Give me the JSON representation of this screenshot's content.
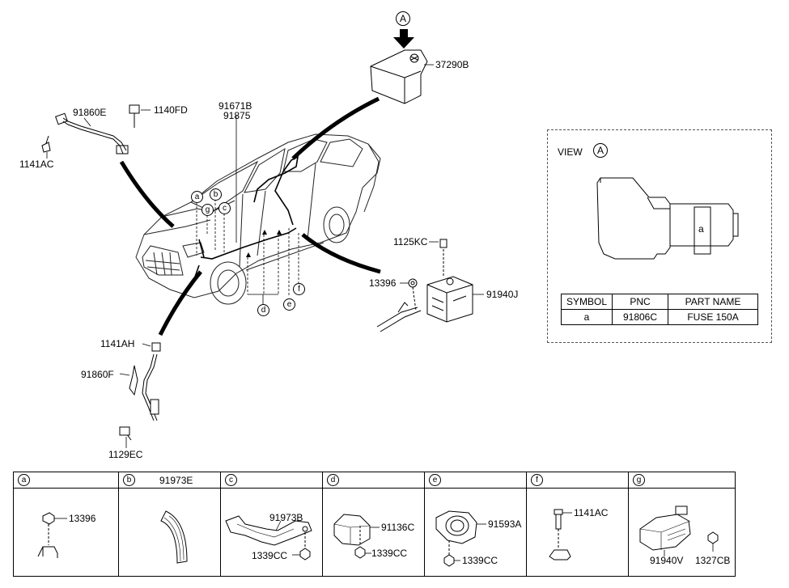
{
  "labels": {
    "p37290B": "37290B",
    "p91860E": "91860E",
    "p1140FD": "1140FD",
    "p1141AC": "1141AC",
    "p91671B": "91671B",
    "p91875": "91875",
    "p1125KC": "1125KC",
    "p13396": "13396",
    "p91940J": "91940J",
    "p1141AH": "1141AH",
    "p91860F": "91860F",
    "p1129EC": "1129EC"
  },
  "markers": {
    "A": "A",
    "a": "a",
    "b": "b",
    "c": "c",
    "d": "d",
    "e": "e",
    "f": "f",
    "g": "g"
  },
  "view": {
    "title": "VIEW",
    "marker": "A",
    "fuse_label": "a",
    "table": {
      "headers": [
        "SYMBOL",
        "PNC",
        "PART NAME"
      ],
      "row": [
        "a",
        "91806C",
        "FUSE 150A"
      ]
    }
  },
  "strip": [
    {
      "symbol": "a",
      "header_name": "",
      "parts": [
        "13396"
      ]
    },
    {
      "symbol": "b",
      "header_name": "91973E",
      "parts": []
    },
    {
      "symbol": "c",
      "header_name": "",
      "parts": [
        "91973B",
        "1339CC"
      ]
    },
    {
      "symbol": "d",
      "header_name": "",
      "parts": [
        "91136C",
        "1339CC"
      ]
    },
    {
      "symbol": "e",
      "header_name": "",
      "parts": [
        "91593A",
        "1339CC"
      ]
    },
    {
      "symbol": "f",
      "header_name": "",
      "parts": [
        "1141AC"
      ]
    },
    {
      "symbol": "g",
      "header_name": "",
      "parts": [
        "91940V",
        "1327CB"
      ]
    }
  ]
}
